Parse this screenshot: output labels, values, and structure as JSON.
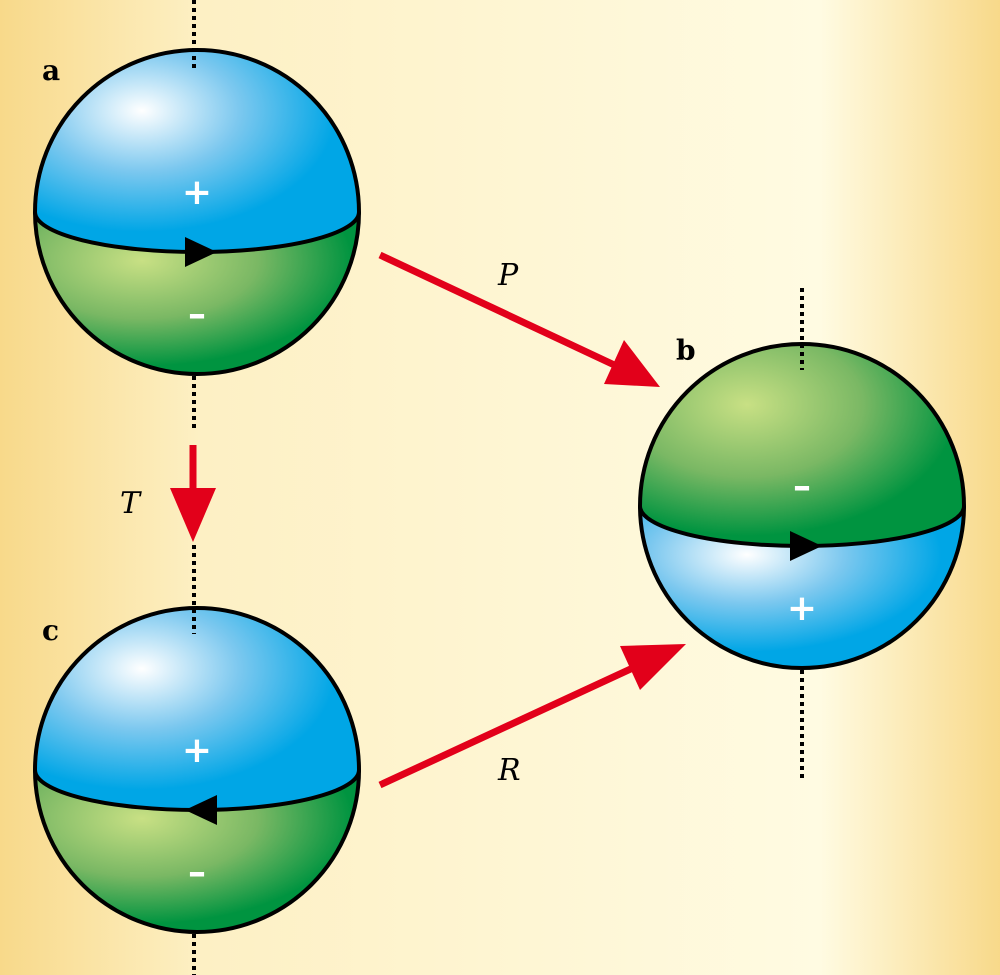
{
  "panels": {
    "a": {
      "label": "a",
      "top_sign": "+",
      "bottom_sign": "–",
      "top_color": "blue",
      "bottom_color": "green",
      "rotation_arrow": "right"
    },
    "b": {
      "label": "b",
      "top_sign": "–",
      "bottom_sign": "+",
      "top_color": "green",
      "bottom_color": "blue",
      "rotation_arrow": "right"
    },
    "c": {
      "label": "c",
      "top_sign": "+",
      "bottom_sign": "–",
      "top_color": "blue",
      "bottom_color": "green",
      "rotation_arrow": "left"
    }
  },
  "operations": {
    "P": "P",
    "T": "T",
    "R": "R"
  },
  "colors": {
    "arrow": "#e2001a",
    "blue": "#00a6e6",
    "green": "#009440",
    "background_edge": "#f8d98a",
    "background_center": "#fff9dc"
  }
}
